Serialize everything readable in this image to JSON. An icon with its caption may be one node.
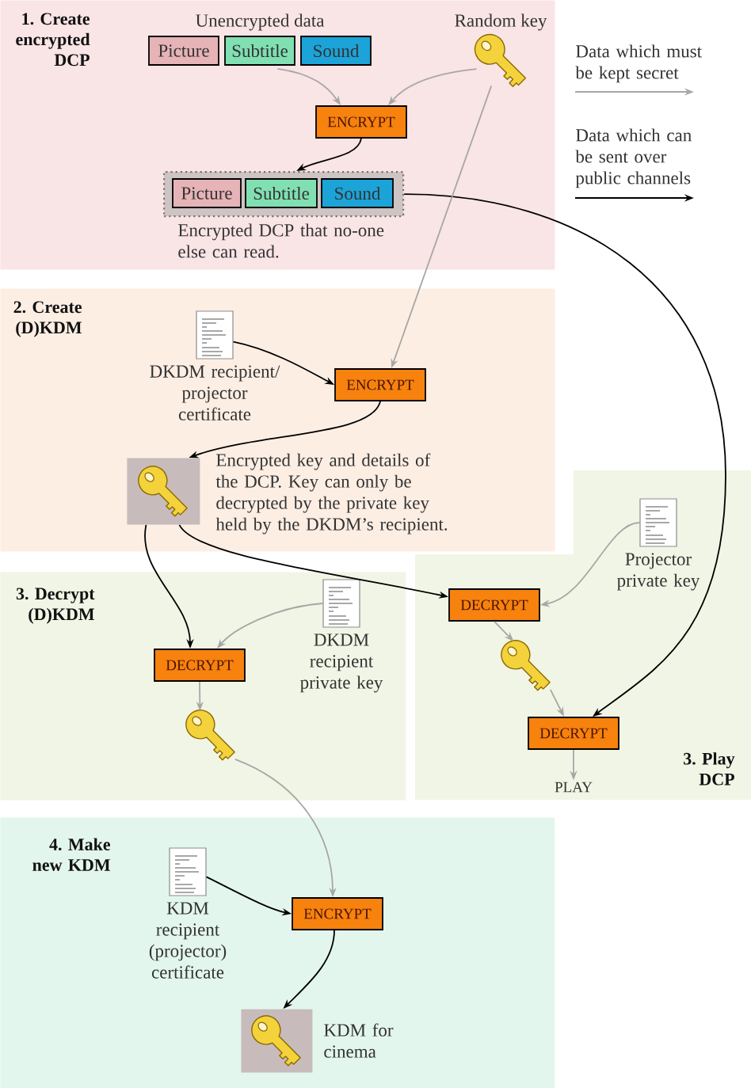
{
  "diagram": {
    "nodes": [
      {
        "text": [
          "1. Create encrypted DCP"
        ]
      },
      {
        "text": [
          "Unencrypted data"
        ],
        "in": 0
      },
      {
        "text": [
          "Picture"
        ],
        "in": 1
      },
      {
        "text": [
          "Subtitle"
        ],
        "in": 1
      },
      {
        "text": [
          "Sound"
        ],
        "in": 1
      },
      {
        "text": [
          "Random key"
        ],
        "in": 0
      },
      {
        "text": [
          "ENCRYPT"
        ],
        "in": 0
      },
      {
        "text": [],
        "shape": "box",
        "beside": [
          "Encrypted DCP that no-one else can read."
        ],
        "in": 0
      },
      {
        "text": [
          "Picture"
        ],
        "in": 7
      },
      {
        "text": [
          "Subtitle"
        ],
        "in": 7
      },
      {
        "text": [
          "Sound"
        ],
        "in": 7
      },
      {
        "text": [
          "2. Create (D)KDM"
        ]
      },
      {
        "text": [
          "DKDM recipient/ projector certificate"
        ],
        "in": 11
      },
      {
        "text": [
          "ENCRYPT"
        ],
        "in": 11
      },
      {
        "text": [],
        "shape": "picture",
        "beside": [
          "Encrypted key and details of the DCP. Key can only be decrypted by the private key held by the DKDM’s recipient."
        ],
        "in": 11
      },
      {
        "text": [
          "3. Decrypt (D)KDM"
        ]
      },
      {
        "text": [
          "DECRYPT"
        ],
        "in": 15
      },
      {
        "text": [
          "DKDM recipient private key"
        ],
        "in": 15
      },
      {
        "text": [],
        "shape": "picture",
        "in": 15
      },
      {
        "text": [
          "3. Play DCP"
        ]
      },
      {
        "text": [
          "Projector private key"
        ],
        "in": 19
      },
      {
        "text": [
          "DECRYPT"
        ],
        "in": 19
      },
      {
        "text": [],
        "shape": "picture",
        "in": 19
      },
      {
        "text": [
          "DECRYPT"
        ],
        "in": 19
      },
      {
        "text": [
          "PLAY"
        ],
        "in": 19
      },
      {
        "text": [
          "4. Make new KDM"
        ]
      },
      {
        "text": [
          "KDM recipient (projector) certificate"
        ],
        "in": 25
      },
      {
        "text": [
          "ENCRYPT"
        ],
        "in": 25
      },
      {
        "text": [],
        "shape": "picture",
        "beside": [
          "KDM for cinema"
        ],
        "in": 25
      }
    ],
    "edges": [
      {
        "from": 1,
        "to": 6,
        "arrow": "to"
      },
      {
        "from": 5,
        "to": 6,
        "arrow": "to"
      },
      {
        "from": 6,
        "to": 7,
        "arrow": "to",
        "color": "#000000"
      },
      {
        "from": 7,
        "to": 23,
        "arrow": "to",
        "color": "#000000"
      },
      {
        "from": 5,
        "to": 13,
        "arrow": "to"
      },
      {
        "from": 12,
        "to": 13,
        "arrow": "to",
        "color": "#000000"
      },
      {
        "from": 13,
        "to": 14,
        "arrow": "to",
        "color": "#000000"
      },
      {
        "from": 14,
        "to": 16,
        "arrow": "to",
        "color": "#000000"
      },
      {
        "from": 14,
        "to": 21,
        "arrow": "to",
        "color": "#000000"
      },
      {
        "from": 20,
        "to": 21,
        "arrow": "to"
      },
      {
        "from": 17,
        "to": 16,
        "arrow": "to"
      },
      {
        "from": 21,
        "to": 22,
        "arrow": "to"
      },
      {
        "from": 16,
        "to": 18,
        "arrow": "to"
      },
      {
        "from": 22,
        "to": 23,
        "arrow": "to"
      },
      {
        "from": 23,
        "to": 24,
        "arrow": "to"
      },
      {
        "from": 18,
        "to": 27,
        "arrow": "to"
      },
      {
        "from": 26,
        "to": 27,
        "arrow": "to",
        "color": "#000000"
      },
      {
        "from": 27,
        "to": 28,
        "arrow": "to",
        "color": "#000000"
      }
    ],
    "legend": [
      {
        "text": "Data which must be kept secret"
      },
      {
        "text": "Data which can be sent over public channels"
      }
    ]
  }
}
